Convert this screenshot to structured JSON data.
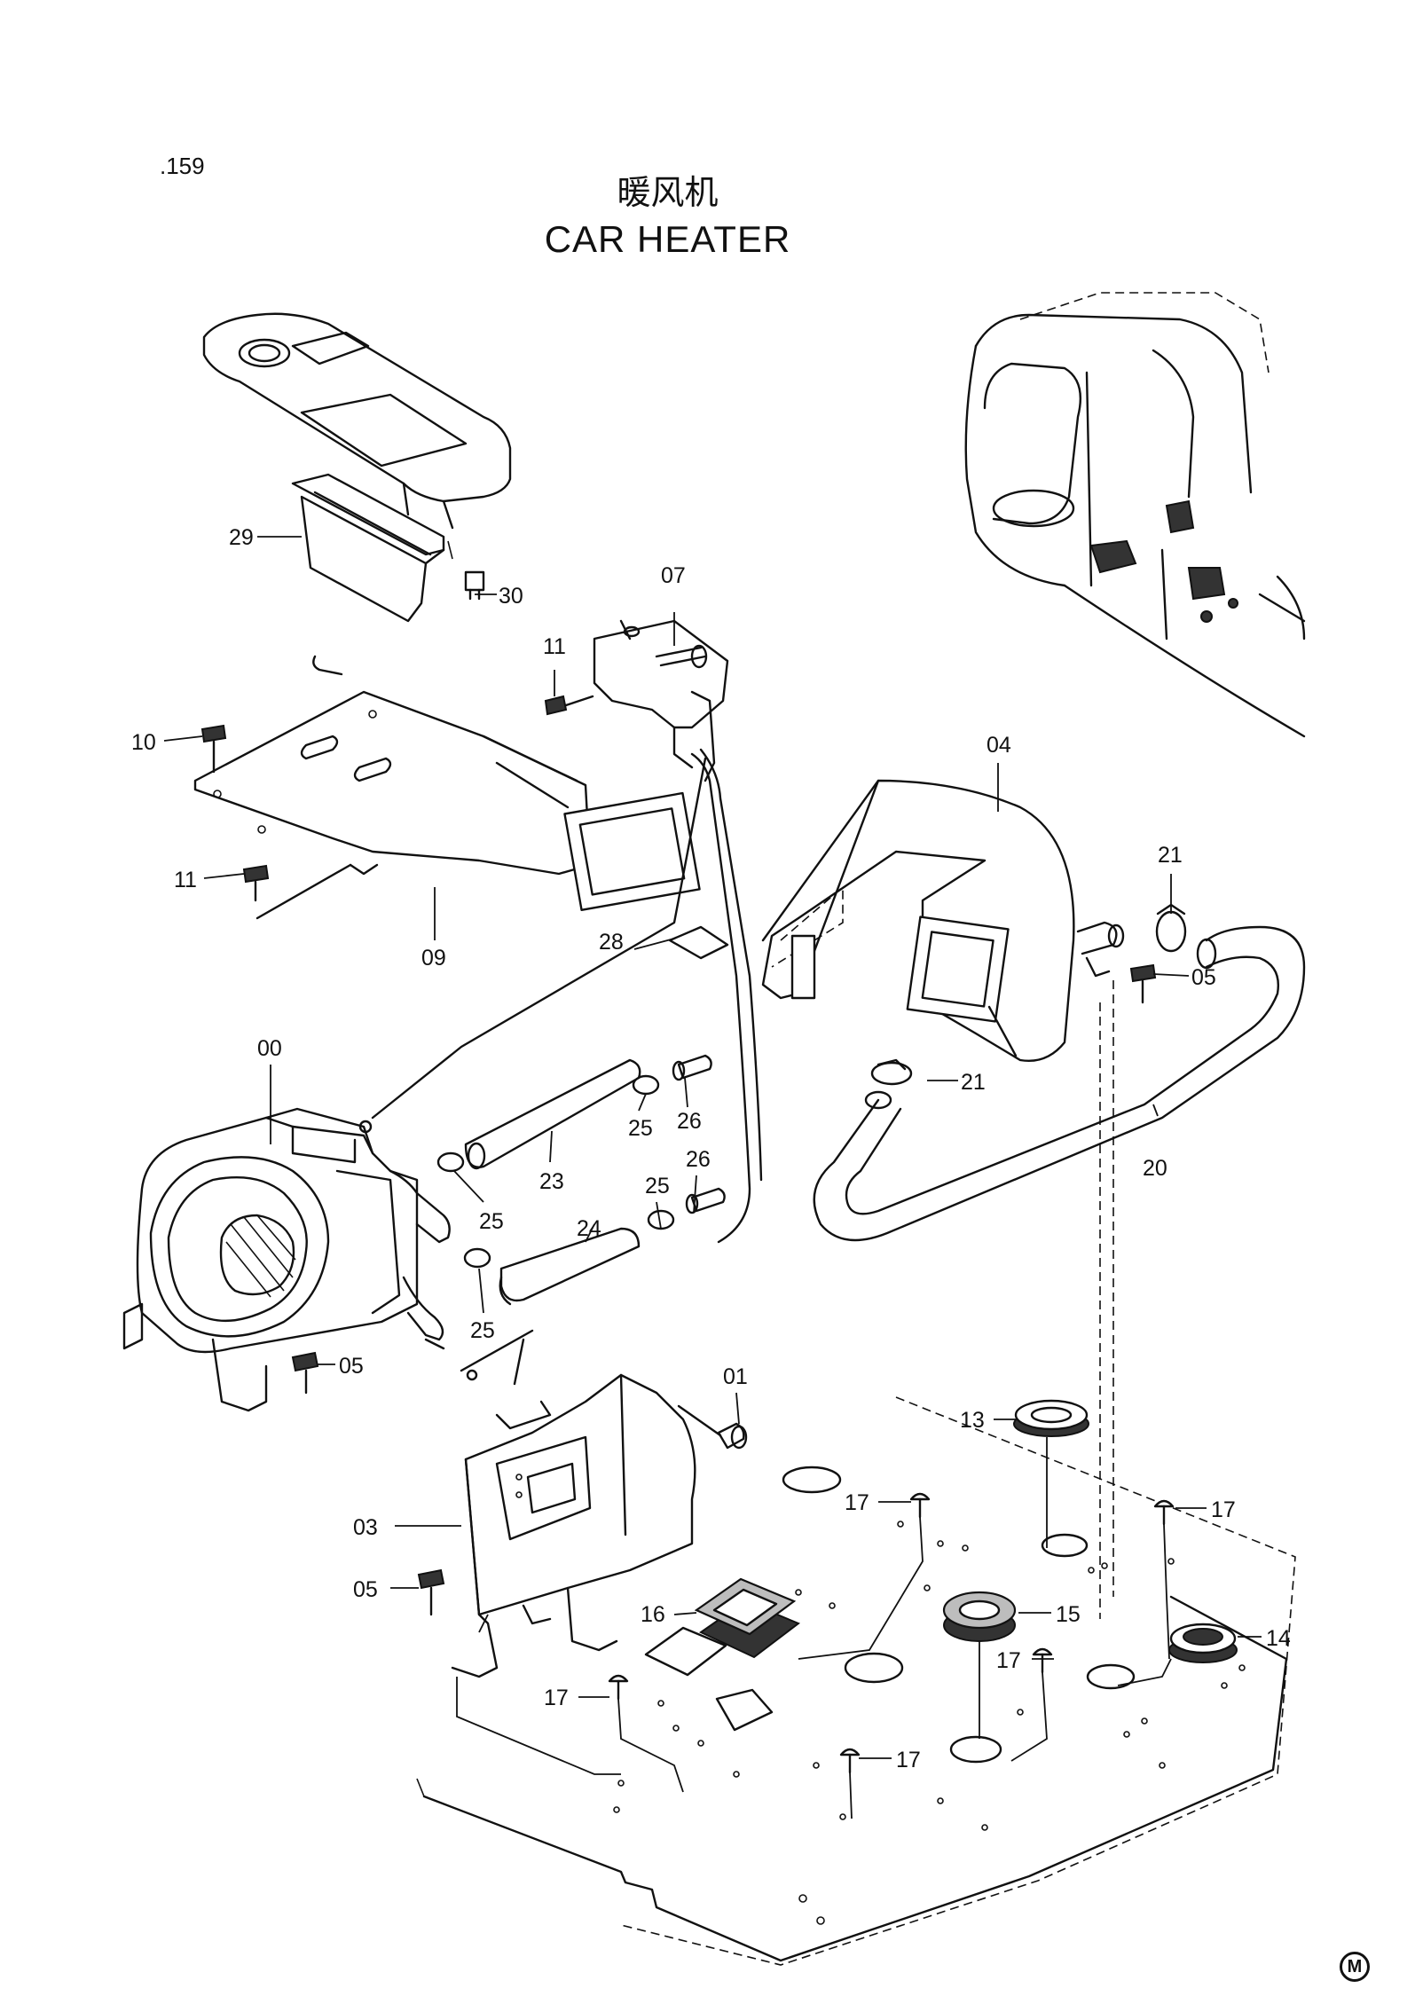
{
  "page_number": ".159",
  "title_cn": "暖风机",
  "title_en": "CAR HEATER",
  "corner_mark": "M",
  "callouts": {
    "c29": "29",
    "c30": "30",
    "c07": "07",
    "c11a": "11",
    "c10": "10",
    "c11b": "11",
    "c09": "09",
    "c28": "28",
    "c04": "04",
    "c21a": "21",
    "c05a": "05",
    "c21b": "21",
    "c00": "00",
    "c25a": "25",
    "c26a": "26",
    "c23": "23",
    "c25b": "25",
    "c26b": "26",
    "c25c": "25",
    "c24": "24",
    "c25d": "25",
    "c20": "20",
    "c05b": "05",
    "c01": "01",
    "c13": "13",
    "c03": "03",
    "c17a": "17",
    "c17b": "17",
    "c05c": "05",
    "c16": "16",
    "c15": "15",
    "c14": "14",
    "c17c": "17",
    "c17d": "17",
    "c17e": "17"
  }
}
